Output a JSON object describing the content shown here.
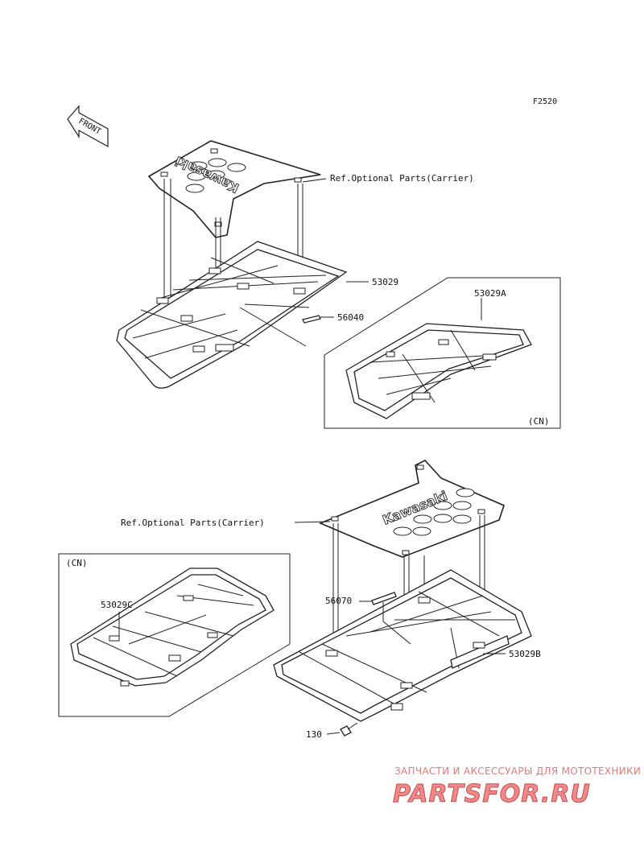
{
  "figure_code": "F2520",
  "front_label": "FRONT",
  "brand_on_plate": "Kawasaki",
  "callouts": {
    "top_ref": "Ref.Optional Parts(Carrier)",
    "bottom_ref": "Ref.Optional Parts(Carrier)",
    "p53029": "53029",
    "p56040": "56040",
    "p53029A": "53029A",
    "p53029B": "53029B",
    "p53029C": "53029C",
    "p56070": "56070",
    "p130": "130"
  },
  "inset_labels": {
    "cn_top": "(CN)",
    "cn_bottom": "(CN)"
  },
  "watermark": {
    "tagline": "ЗАПЧАСТИ И АКСЕССУАРЫ ДЛЯ МОТОТЕХНИКИ",
    "site": "PARTSFOR.RU"
  },
  "colors": {
    "line": "#222222",
    "watermark": "#e07a7a"
  }
}
